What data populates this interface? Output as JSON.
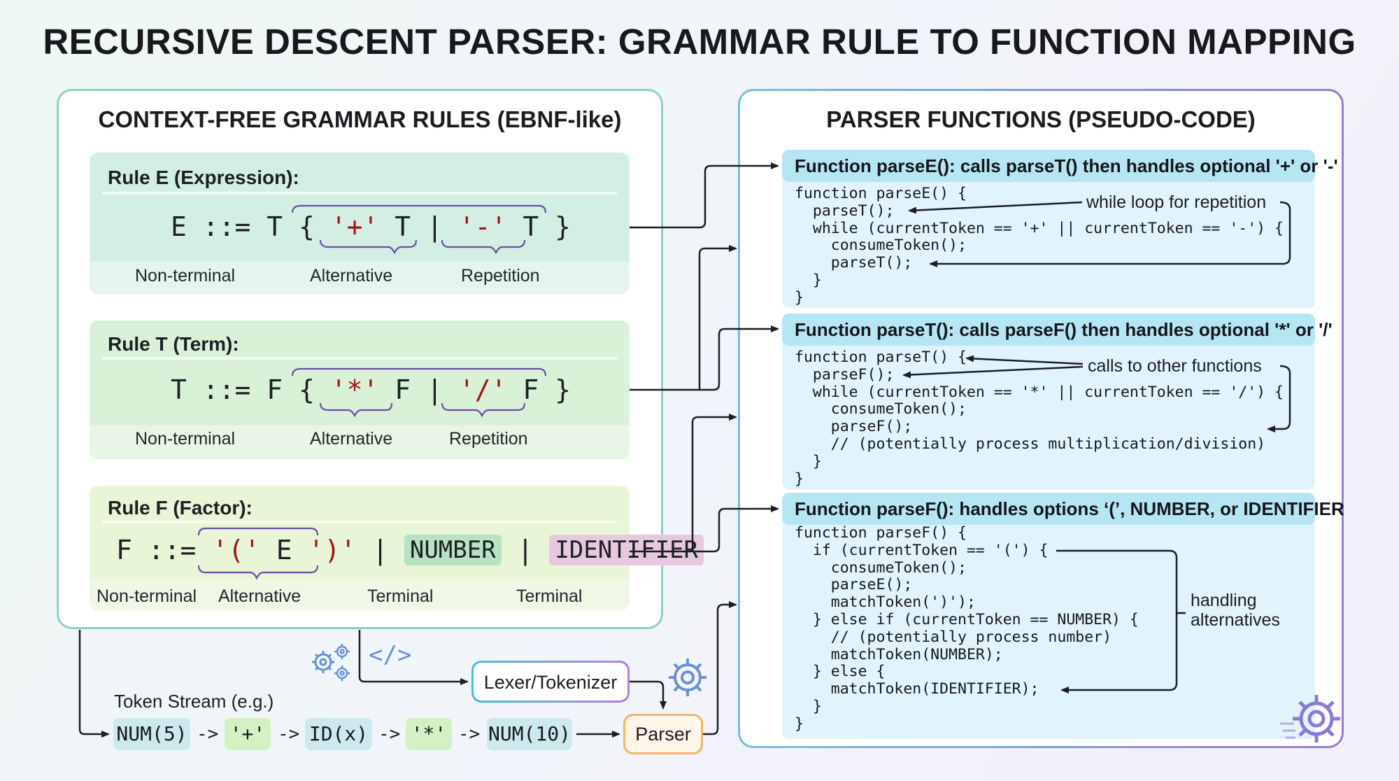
{
  "title": "RECURSIVE DESCENT PARSER: GRAMMAR RULE TO FUNCTION MAPPING",
  "left": {
    "title": "CONTEXT-FREE GRAMMAR RULES (EBNF-like)",
    "ruleE": {
      "head": "Rule E (Expression):",
      "e1": "E ::= T { ",
      "e2": "'+'",
      "e3": " T | ",
      "e4": "'-'",
      "e5": " T }",
      "cap1": "Non-terminal",
      "cap2": "Alternative",
      "cap3": "Repetition"
    },
    "ruleT": {
      "head": "Rule T (Term):",
      "e1": "T ::= F { ",
      "e2": "'*'",
      "e3": " F | ",
      "e4": "'/'",
      "e5": " F }",
      "cap1": "Non-terminal",
      "cap2": "Alternative",
      "cap3": "Repetition"
    },
    "ruleF": {
      "head": "Rule F (Factor):",
      "e1": "F ::= ",
      "e2": "'('",
      "e3": " E ",
      "e4": "')'",
      "e5": " | ",
      "chip1": "NUMBER",
      "e6": " | ",
      "chip2": "IDENTIFIER",
      "cap1": "Non-terminal",
      "cap2": "Alternative",
      "cap3": "Terminal",
      "cap4": "Terminal"
    }
  },
  "right": {
    "title": "PARSER FUNCTIONS (PSEUDO-CODE)",
    "fnE": {
      "head": "Function parseE(): calls parseT() then handles optional '+' or '-'",
      "code": "function parseE() {\n  parseT();\n  while (currentToken == '+' || currentToken == '-') {\n    consumeToken();\n    parseT();\n  }\n}",
      "annot": "while loop for repetition"
    },
    "fnT": {
      "head": "Function parseT(): calls parseF() then handles optional '*' or '/'",
      "code": "function parseT() {\n  parseF();\n  while (currentToken == '*' || currentToken == '/') {\n    consumeToken();\n    parseF();\n    // (potentially process multiplication/division)\n  }\n}",
      "annot": "calls to other functions"
    },
    "fnF": {
      "head": "Function parseF():  handles options ‘(’, NUMBER, or IDENTIFIER",
      "code": "function parseF() {\n  if (currentToken == '(') {\n    consumeToken();\n    parseE();\n    matchToken(')');\n  } else if (currentToken == NUMBER) {\n    // (potentially process number)\n    matchToken(NUMBER);\n  } else {\n    matchToken(IDENTIFIER);\n  }\n}",
      "annot1": "handling",
      "annot2": "alternatives"
    }
  },
  "bottom": {
    "token_label": "Token Stream (e.g.)",
    "tokens": [
      "NUM(5)",
      "'+'",
      "ID(x)",
      "'*'",
      "NUM(10)"
    ],
    "arrow": "->",
    "lexer": "Lexer/Tokenizer",
    "parser": "Parser",
    "code_icon": "</>"
  },
  "colors": {
    "ruleE_bg": "#d3efe3",
    "ruleT_bg": "#d9f1d6",
    "ruleF_bg": "#e8f5d6",
    "terminal_number": "#b8e3c3",
    "terminal_identifier": "#e6c9df",
    "literal": "#a3121b",
    "lexer_border": "#44c1cf",
    "parser_border": "#f5b26b"
  }
}
